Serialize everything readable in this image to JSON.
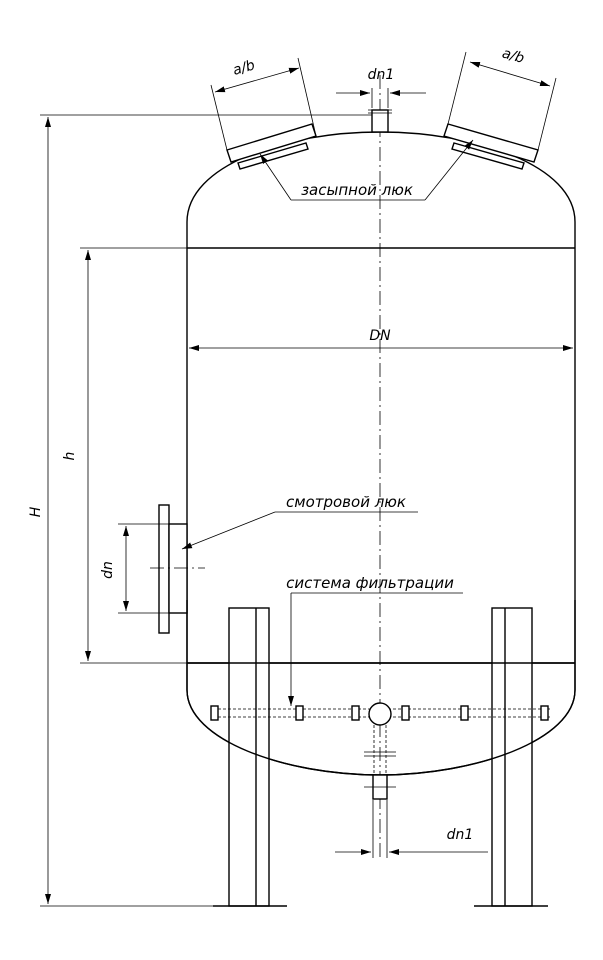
{
  "labels": {
    "fill_hatch": "засыпной люк",
    "inspection_hatch": "смотровой люк",
    "filtration_system": "система фильтрации"
  },
  "dimensions": {
    "height_total": "H",
    "height_body": "h",
    "diameter": "DN",
    "nozzle_top": "dn1",
    "nozzle_bottom": "dn1",
    "nozzle_side": "dn",
    "hatch_left": "a/b",
    "hatch_right": "a/b"
  }
}
